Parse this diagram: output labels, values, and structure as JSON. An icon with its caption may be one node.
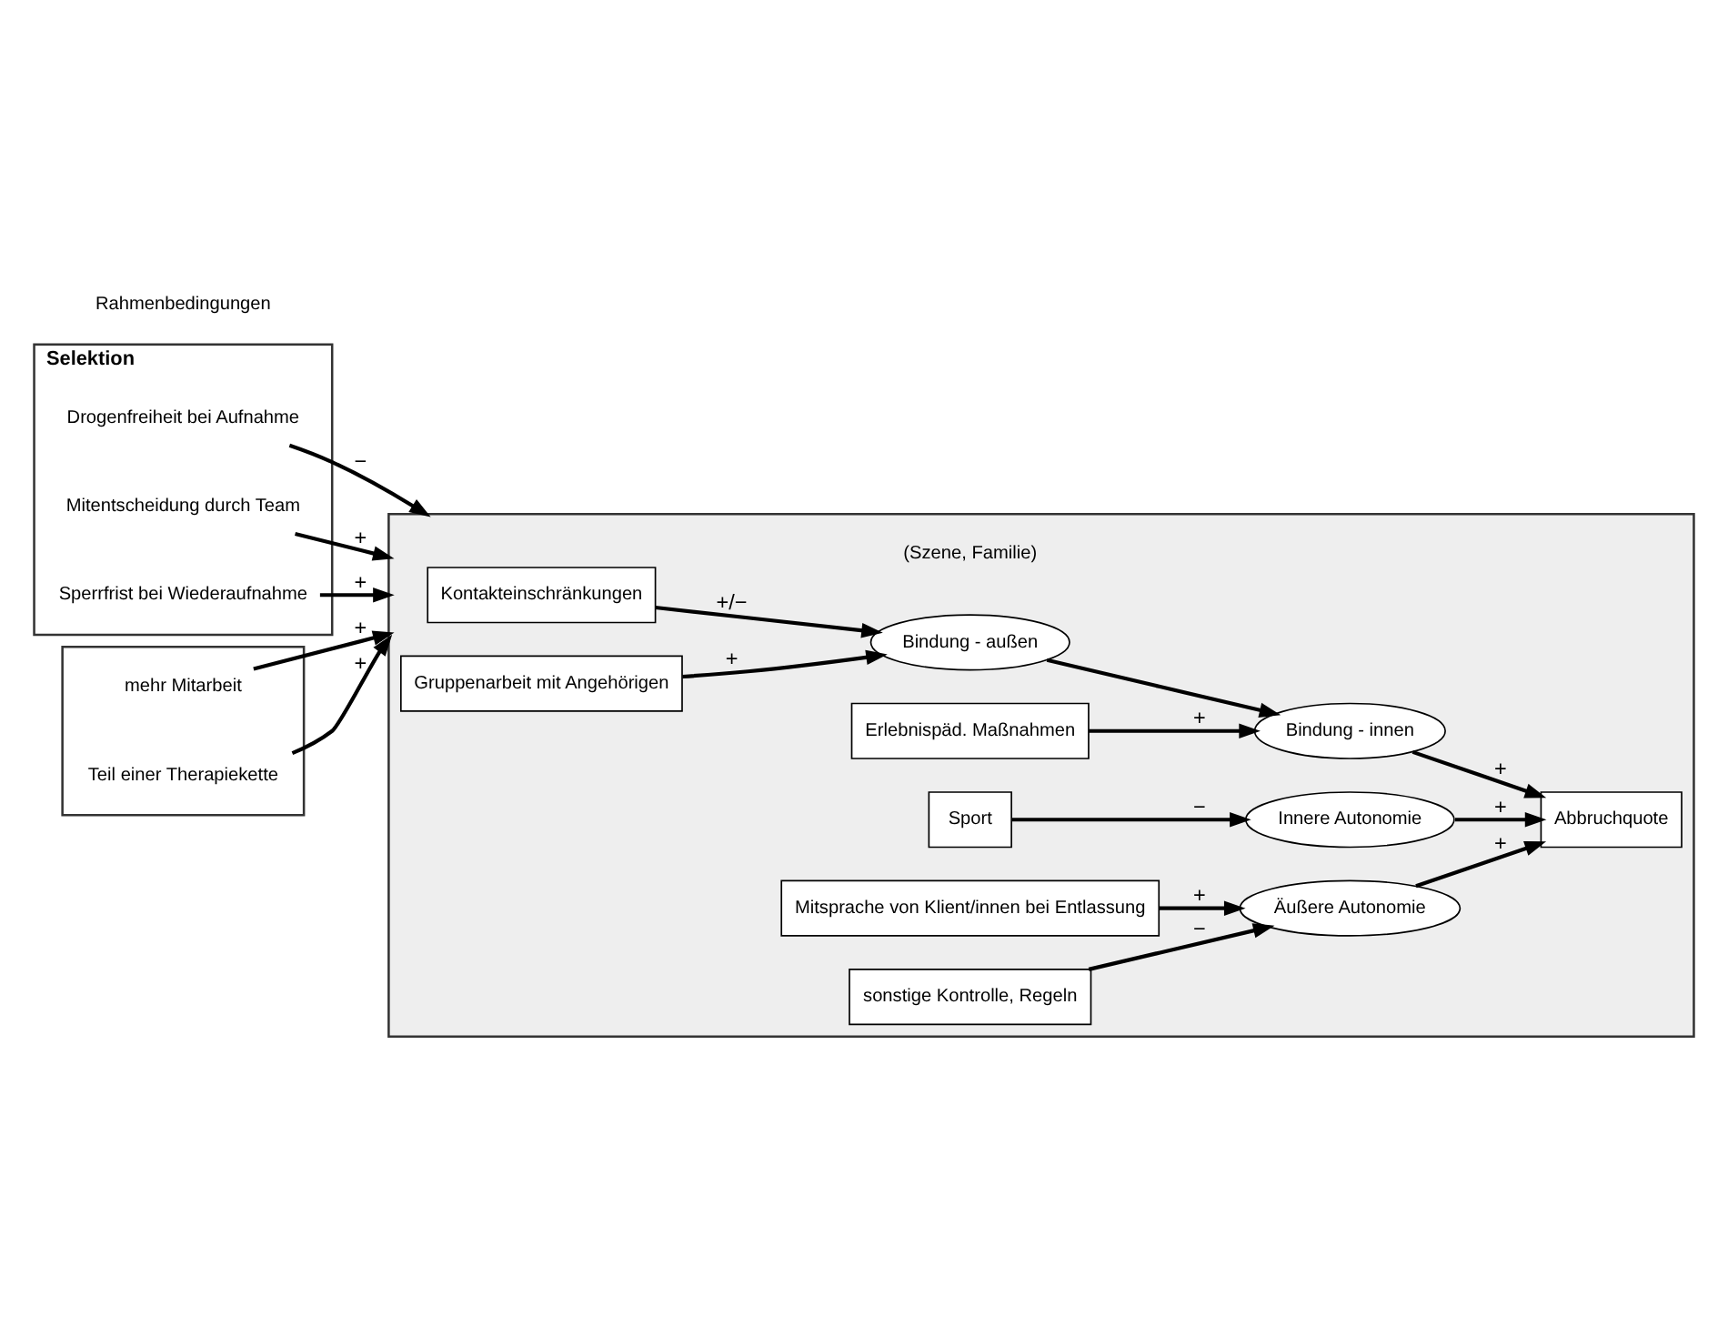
{
  "diagram": {
    "nodes": [
      {
        "text": [],
        "shape": "box"
      },
      {
        "text": [
          "Kontakteinschränkungen"
        ],
        "in": 0
      },
      {
        "text": [
          "Gruppenarbeit mit Angehörigen"
        ],
        "in": 0
      },
      {
        "text": [
          "Bindung - außen"
        ],
        "in": 0,
        "beside": [
          "(Szene, Familie)"
        ]
      },
      {
        "text": [
          "Erlebnispäd. Maßnahmen"
        ],
        "in": 0
      },
      {
        "text": [
          "Bindung - innen"
        ],
        "in": 0
      },
      {
        "text": [
          "Sport"
        ],
        "in": 0
      },
      {
        "text": [
          "Abbruchquote"
        ],
        "in": 0
      },
      {
        "text": [
          "Innere Autonomie"
        ],
        "in": 0
      },
      {
        "text": [
          "Mitsprache von Klient/innen bei Entlassung"
        ],
        "in": 0
      },
      {
        "text": [
          "Äußere Autonomie"
        ],
        "in": 0
      },
      {
        "text": [
          "sonstige Kontrolle, Regeln"
        ],
        "in": 0
      },
      {
        "text": [
          "Selektion"
        ]
      },
      {
        "text": [
          "Drogenfreiheit bei Aufnahme"
        ],
        "in": 12
      },
      {
        "text": [
          "Mitentscheidung durch Team"
        ],
        "in": 12
      },
      {
        "text": [
          "Sperrfrist bei Wiederaufnahme"
        ],
        "in": 12
      },
      {
        "text": [],
        "shape": "box"
      },
      {
        "text": [
          "mehr Mitarbeit"
        ],
        "in": 16
      },
      {
        "text": [
          "Teil einer Therapiekette"
        ],
        "in": 16
      }
    ],
    "edges": [
      {
        "from": 1,
        "to": 3,
        "arrow": "to",
        "label": "+/−"
      },
      {
        "from": 2,
        "to": 3,
        "arrow": "to",
        "label": "+"
      },
      {
        "from": 3,
        "to": 5,
        "arrow": "to"
      },
      {
        "from": 4,
        "to": 5,
        "arrow": "to",
        "label": "+"
      },
      {
        "from": 5,
        "to": 7,
        "arrow": "to",
        "label": "+"
      },
      {
        "from": 6,
        "to": 8,
        "arrow": "to",
        "label": "−"
      },
      {
        "from": 8,
        "to": 7,
        "arrow": "to",
        "label": "+"
      },
      {
        "from": 9,
        "to": 10,
        "arrow": "to",
        "label": "+"
      },
      {
        "from": 11,
        "to": 10,
        "arrow": "to",
        "label": "−"
      },
      {
        "from": 10,
        "to": 7,
        "arrow": "to",
        "label": "+"
      },
      {
        "from": 13,
        "to": 0,
        "arrow": "to",
        "label": "−"
      },
      {
        "from": 14,
        "to": 0,
        "arrow": "to",
        "label": "+"
      },
      {
        "from": 15,
        "to": 0,
        "arrow": "to",
        "label": "+"
      },
      {
        "from": 17,
        "to": 0,
        "arrow": "to",
        "label": "+"
      },
      {
        "from": 18,
        "to": 0,
        "arrow": "to",
        "label": "+"
      }
    ],
    "labels": [
      "Rahmenbedingungen"
    ]
  }
}
